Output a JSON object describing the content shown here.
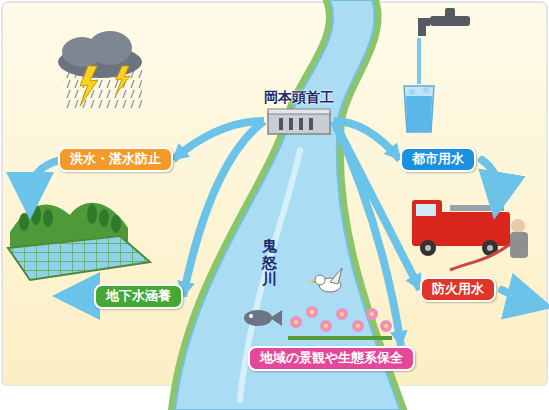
{
  "diagram": {
    "nodes": [
      {
        "text": [
          "岡本頭首工"
        ]
      },
      {
        "text": [
          "洪水・湛水防止"
        ]
      },
      {
        "text": [
          "都市用水"
        ]
      },
      {
        "text": [
          "地下水涵養"
        ]
      },
      {
        "text": [
          "防火用水"
        ]
      },
      {
        "text": [
          "地域の景観や生態系保全"
        ]
      }
    ],
    "edges": [
      {
        "from": 0,
        "to": 1,
        "arrow": "to"
      },
      {
        "from": 0,
        "to": 2,
        "arrow": "to"
      },
      {
        "from": 0,
        "to": 3,
        "arrow": "to"
      },
      {
        "from": 0,
        "to": 4,
        "arrow": "to"
      },
      {
        "from": 0,
        "to": 5,
        "arrow": "to"
      }
    ],
    "labels": [
      "鬼怒川"
    ]
  }
}
